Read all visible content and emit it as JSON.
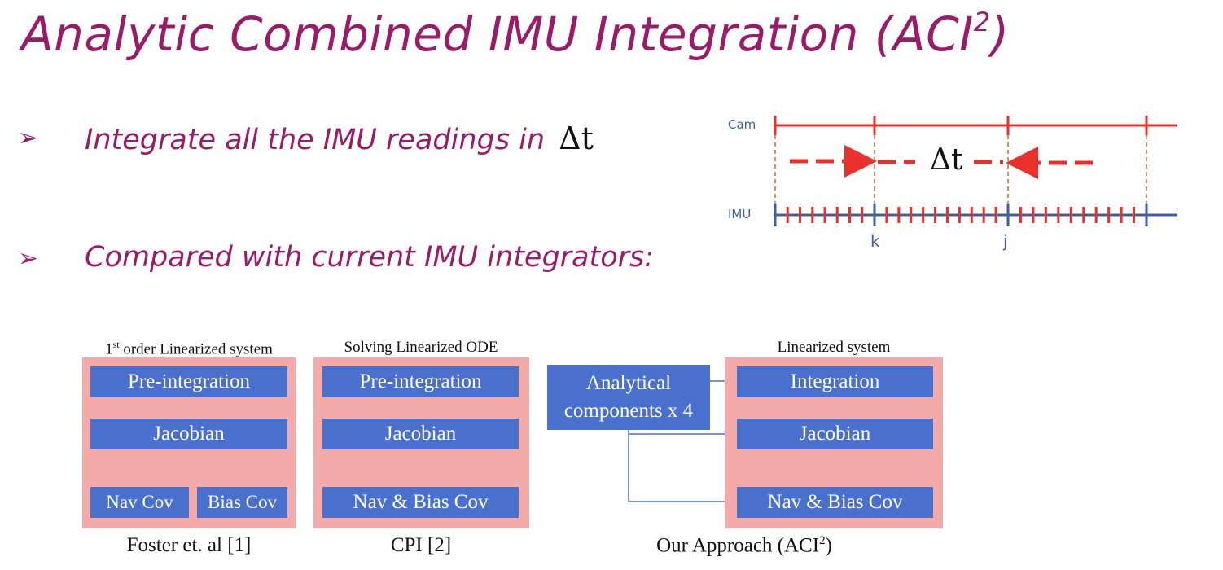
{
  "title": {
    "text": "Analytic Combined IMU Integration (ACI",
    "sup": "2",
    "close": ")"
  },
  "bullets": [
    {
      "icon": "arrow-bullet-icon",
      "text": "Integrate all the IMU readings in ",
      "symbol": "Δt"
    },
    {
      "icon": "arrow-bullet-icon",
      "text": "Compared with current IMU integrators:"
    }
  ],
  "timing_diagram": {
    "cam_label": "Cam",
    "imu_label": "IMU",
    "delta_label": "Δt",
    "k_label": "k",
    "j_label": "j"
  },
  "methods": [
    {
      "title_sup": "st",
      "title_prefix": "1",
      "title_rest": " order Linearized system",
      "boxes": [
        "Pre-integration",
        "Jacobian",
        "Nav Cov",
        "Bias Cov"
      ],
      "caption": "Foster et. al [1]"
    },
    {
      "title": "Solving Linearized ODE",
      "boxes": [
        "Pre-integration",
        "Jacobian",
        "Nav & Bias Cov"
      ],
      "caption": "CPI [2]"
    },
    {
      "title": "Linearized system",
      "source_box": "Analytical components x 4",
      "boxes": [
        "Integration",
        "Jacobian",
        "Nav & Bias Cov"
      ],
      "caption": "Our Approach (ACI",
      "caption_sup": "2",
      "caption_close": ")"
    }
  ],
  "colors": {
    "title": "#9b1b68",
    "cam_line": "#e8312b",
    "imu_line": "#3f5fa5",
    "box_blue": "#4a70cd",
    "panel_pink": "#f4aaa9",
    "dashed_orange": "#c96a2a"
  }
}
